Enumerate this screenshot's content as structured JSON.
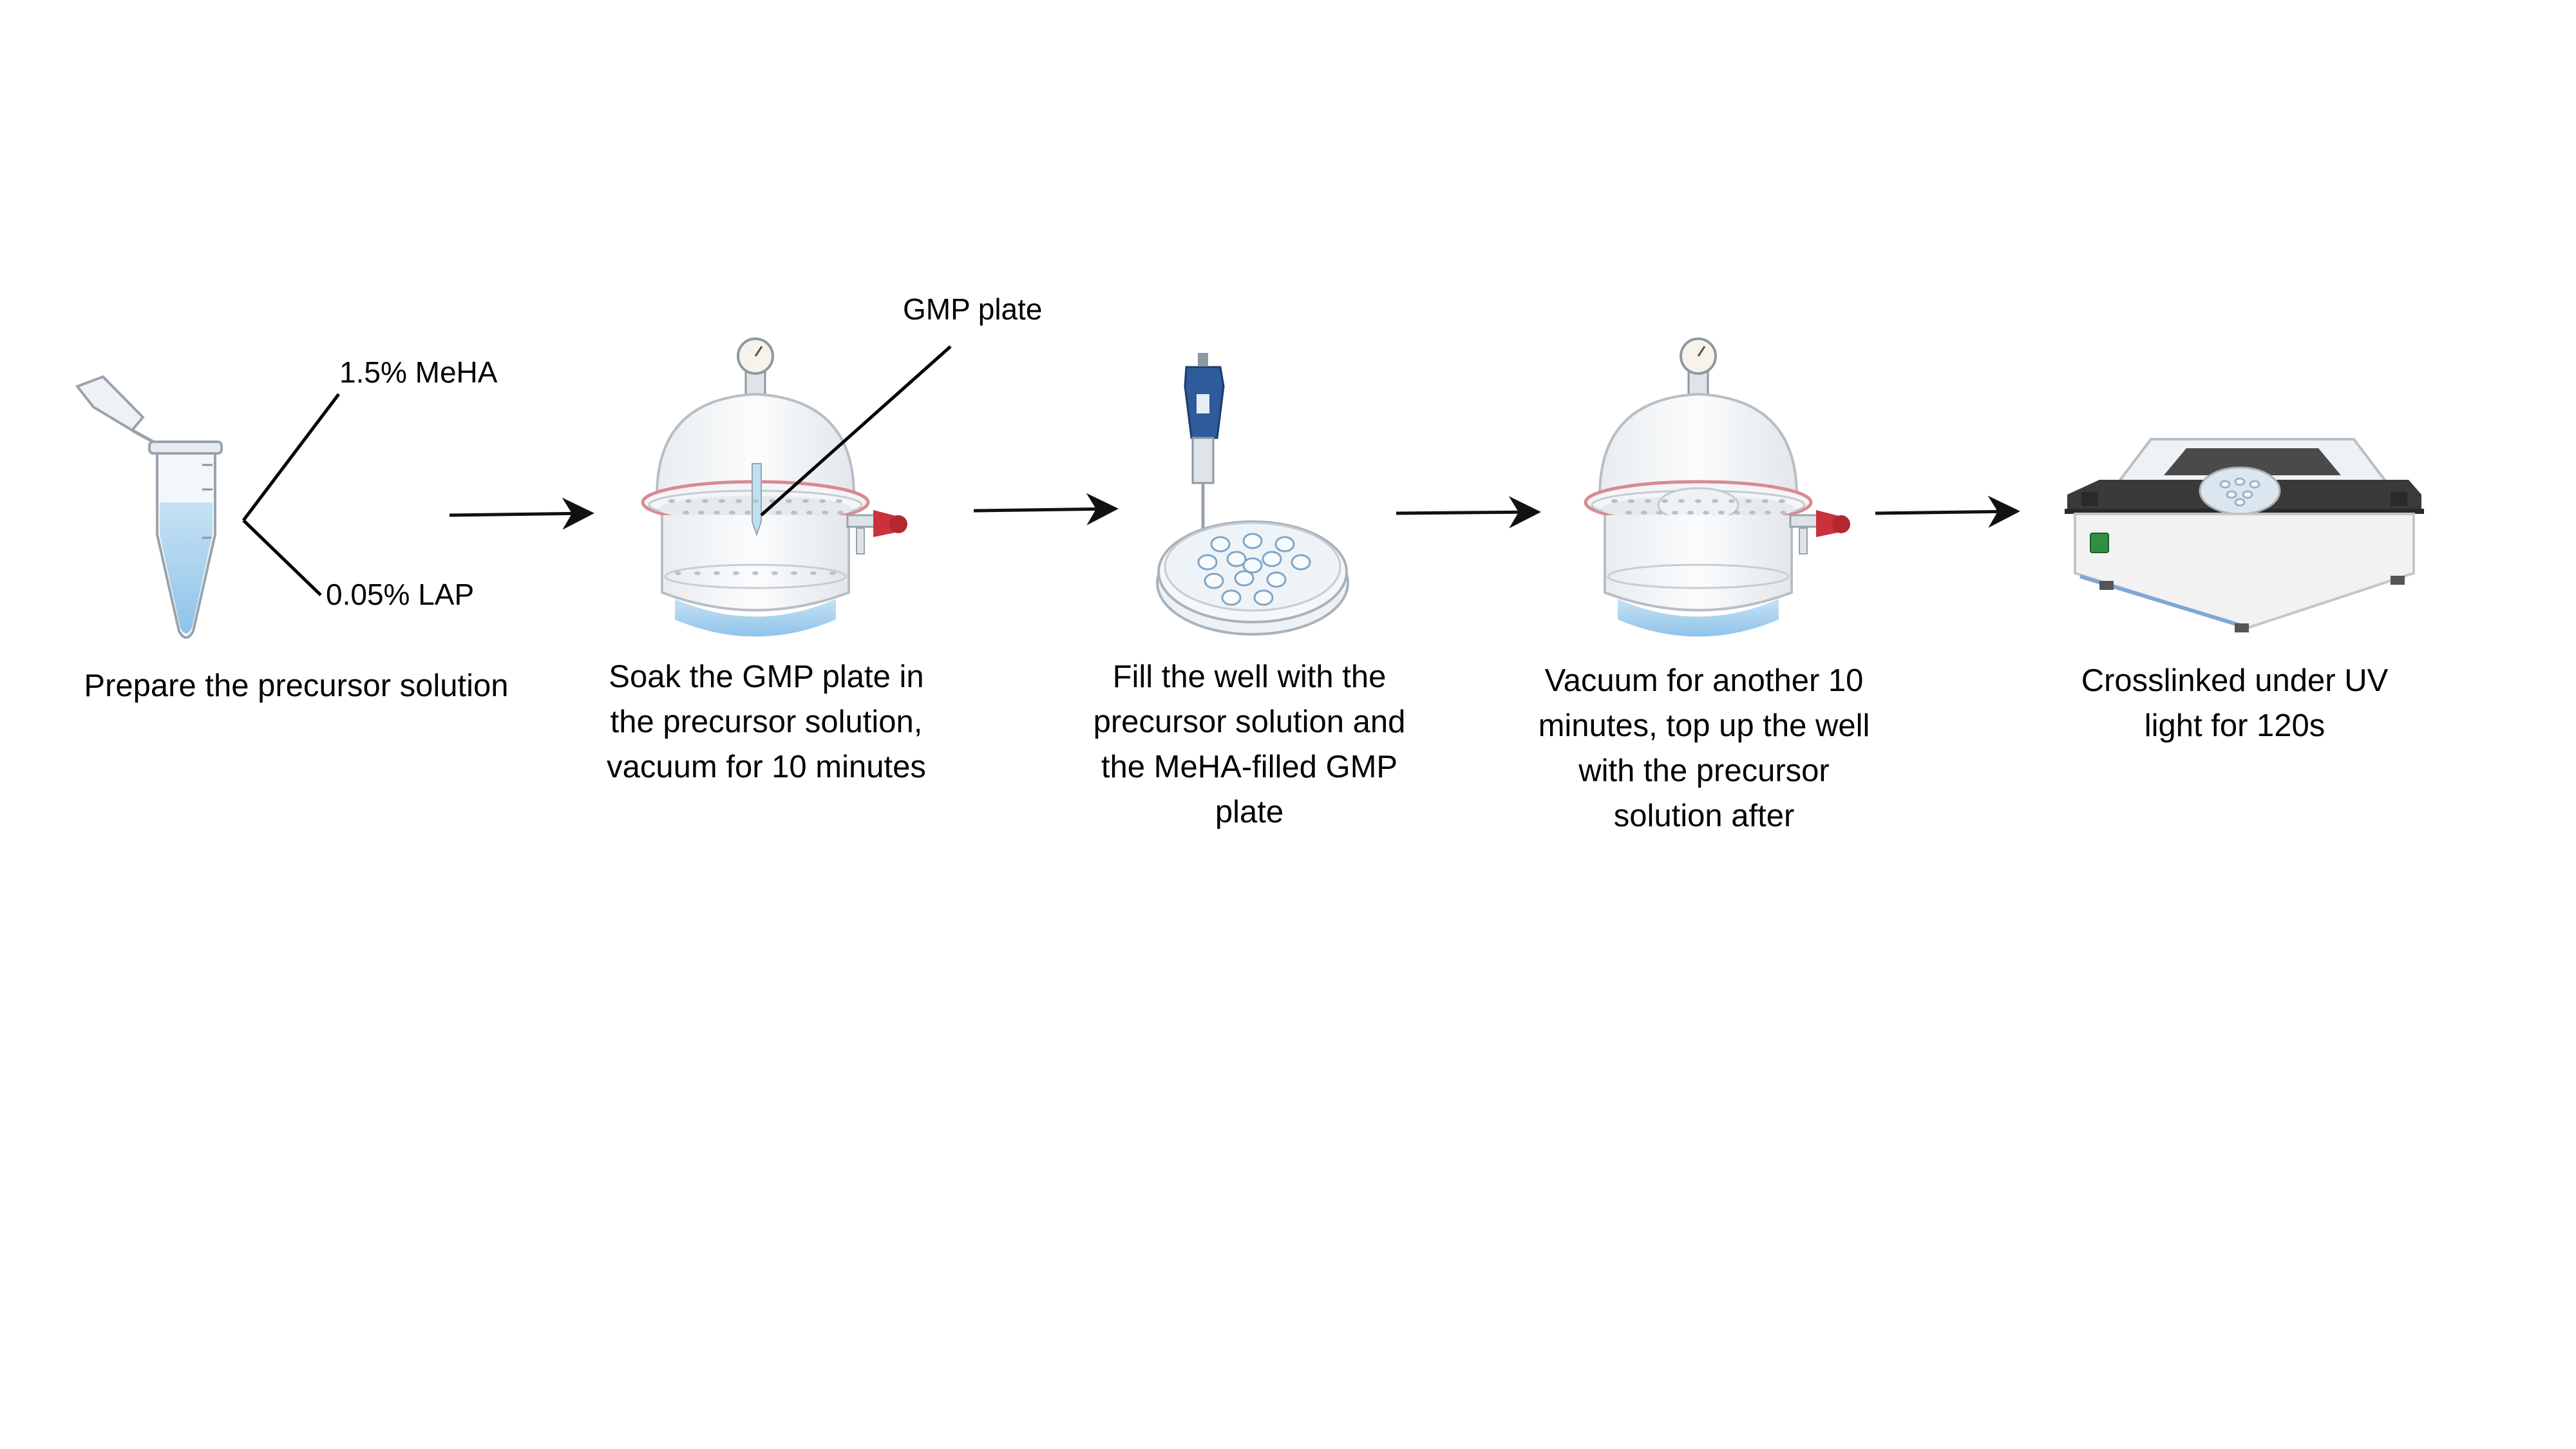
{
  "annotations": {
    "meha": "1.5% MeHA",
    "lap": "0.05% LAP",
    "gmp_plate": "GMP plate"
  },
  "steps": [
    {
      "lines": [
        "Prepare the precursor solution"
      ]
    },
    {
      "lines": [
        "Soak the GMP plate in",
        "the precursor solution,",
        "vacuum for 10 minutes"
      ]
    },
    {
      "lines": [
        "Fill the well with the",
        "precursor solution and",
        "the  MeHA-filled GMP",
        "plate"
      ]
    },
    {
      "lines": [
        "Vacuum for another 10",
        "minutes, top up the well",
        "with the precursor",
        "solution after"
      ]
    },
    {
      "lines": [
        "Crosslinked under UV",
        "light for 120s"
      ]
    }
  ],
  "icons": [
    "microcentrifuge-tube-icon",
    "vacuum-desiccator-icon",
    "pipette-icon",
    "petri-dish-plate-icon",
    "vacuum-desiccator-icon",
    "uv-crosslinker-icon"
  ],
  "colors": {
    "liquid": "#a9d3ef",
    "liquid_dark": "#6fa9dd",
    "glass_edge": "#b8bec4",
    "stopcock_red": "#c9323b",
    "pipette_blue": "#2e5b9a",
    "device_dark": "#3a3a3a",
    "device_body": "#f2f2f2",
    "arrow": "#111111"
  }
}
